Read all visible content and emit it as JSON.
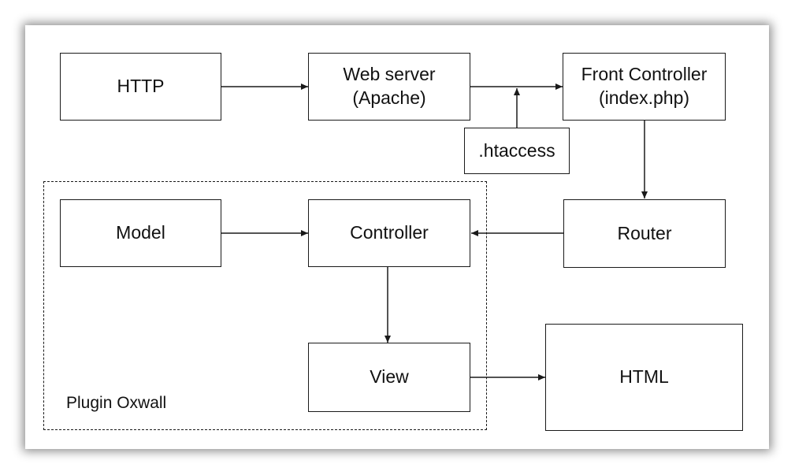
{
  "nodes": {
    "http": {
      "label": "HTTP"
    },
    "web_server": {
      "line1": "Web server",
      "line2": "(Apache)"
    },
    "front_controller": {
      "line1": "Front Controller",
      "line2": "(index.php)"
    },
    "htaccess": {
      "label": ".htaccess"
    },
    "model": {
      "label": "Model"
    },
    "controller": {
      "label": "Controller"
    },
    "router": {
      "label": "Router"
    },
    "view": {
      "label": "View"
    },
    "html": {
      "label": "HTML"
    }
  },
  "group": {
    "label": "Plugin Oxwall"
  },
  "edges": [
    {
      "from": "HTTP",
      "to": "Web server (Apache)"
    },
    {
      "from": "Web server (Apache)",
      "to": "Front Controller (index.php)"
    },
    {
      "from": ".htaccess",
      "to": "Web server (Apache) → Front Controller (index.php)"
    },
    {
      "from": "Front Controller (index.php)",
      "to": "Router"
    },
    {
      "from": "Router",
      "to": "Controller"
    },
    {
      "from": "Model",
      "to": "Controller"
    },
    {
      "from": "Controller",
      "to": "View"
    },
    {
      "from": "View",
      "to": "HTML"
    }
  ],
  "colors": {
    "stroke": "#1a1a1a",
    "text": "#111111",
    "background": "#ffffff"
  }
}
